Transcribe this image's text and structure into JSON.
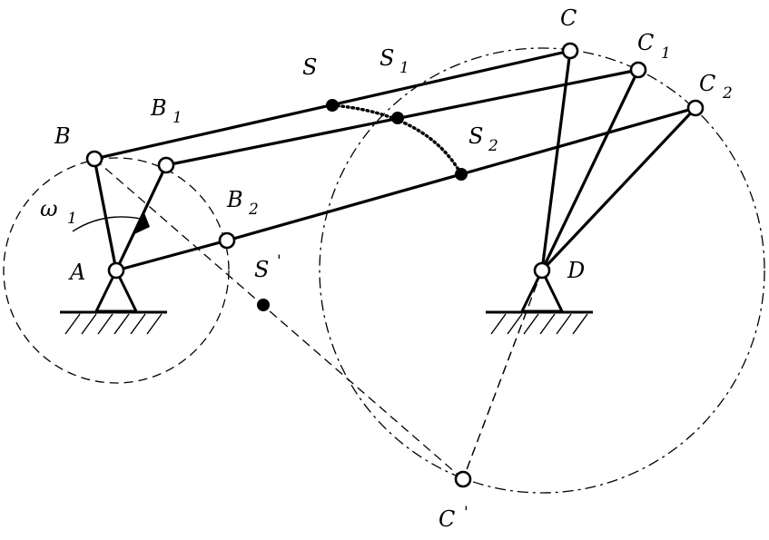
{
  "figure": {
    "labels": {
      "A": "A",
      "B": "B",
      "B1": "B",
      "B1_sub": "1",
      "B2": "B",
      "B2_sub": "2",
      "C": "C",
      "C1": "C",
      "C1_sub": "1",
      "C2": "C",
      "C2_sub": "2",
      "Cp": "C",
      "Cp_mark": "'",
      "D": "D",
      "S": "S",
      "S1": "S",
      "S1_sub": "1",
      "S2": "S",
      "S2_sub": "2",
      "Sp": "S",
      "Sp_mark": "'",
      "omega": "ω",
      "omega_sub": "1"
    }
  }
}
